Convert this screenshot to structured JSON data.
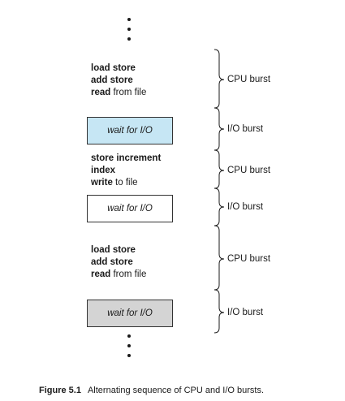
{
  "colors": {
    "ink": "#1a1a1a",
    "io_box_blue": "#c6e6f4",
    "io_box_white": "#ffffff",
    "io_box_gray": "#d4d4d4"
  },
  "sequence": [
    {
      "kind": "cpu",
      "lines": [
        {
          "bold": "load store",
          "rest": ""
        },
        {
          "bold": "add store",
          "rest": ""
        },
        {
          "bold": "read",
          "rest": " from file"
        }
      ],
      "burst_label": "CPU burst"
    },
    {
      "kind": "io",
      "box_text": "wait for I/O",
      "box_color": "#c6e6f4",
      "burst_label": "I/O burst"
    },
    {
      "kind": "cpu",
      "lines": [
        {
          "bold": "store increment",
          "rest": ""
        },
        {
          "bold": "index",
          "rest": ""
        },
        {
          "bold": "write",
          "rest": " to file"
        }
      ],
      "burst_label": "CPU burst"
    },
    {
      "kind": "io",
      "box_text": "wait for I/O",
      "box_color": "#ffffff",
      "burst_label": "I/O burst"
    },
    {
      "kind": "cpu",
      "lines": [
        {
          "bold": "load store",
          "rest": ""
        },
        {
          "bold": "add store",
          "rest": ""
        },
        {
          "bold": "read",
          "rest": " from file"
        }
      ],
      "burst_label": "CPU burst"
    },
    {
      "kind": "io",
      "box_text": "wait for I/O",
      "box_color": "#d4d4d4",
      "burst_label": "I/O burst"
    }
  ],
  "caption": {
    "figure_number": "Figure 5.1",
    "text": "Alternating sequence of CPU and I/O bursts."
  }
}
